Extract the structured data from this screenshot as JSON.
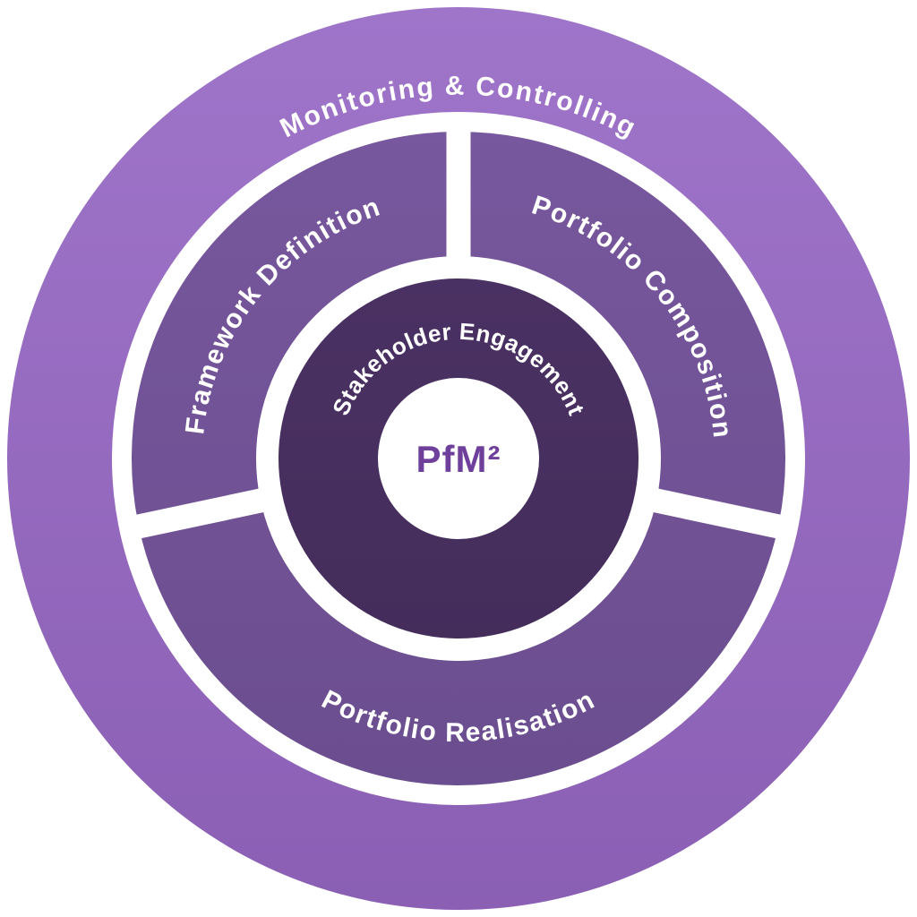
{
  "diagram": {
    "type": "concentric-rings-wheel",
    "background_color": "#FFFFFF",
    "label_color": "#FFFFFF",
    "center": {
      "label": "PfM²",
      "text_color": "#6F3F9C",
      "background_color": "#FFFFFF"
    },
    "rings": {
      "outer": {
        "label": "Monitoring & Controlling",
        "color": "#9166BC"
      },
      "middle": {
        "color": "#71539A",
        "segments": [
          "Framework Definition",
          "Portfolio Composition",
          "Portfolio Realisation"
        ]
      },
      "inner": {
        "label": "Stakeholder Engagement",
        "color": "#473060"
      }
    }
  }
}
